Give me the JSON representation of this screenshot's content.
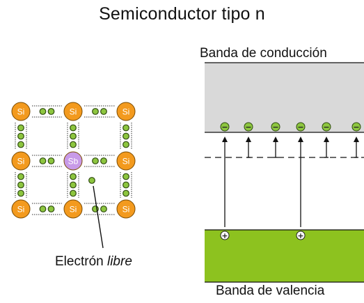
{
  "title": "Semiconductor tipo n",
  "conduction_band_label": "Banda de conducción",
  "valence_band_label": "Banda de valencia",
  "free_electron_label": "Electrón",
  "free_electron_label_italic": "libre",
  "host_atom_symbol": "Si",
  "dopant_atom_symbol": "Sb",
  "electron_sign": "−",
  "hole_sign": "+",
  "colors": {
    "host_atom": "#f39a1e",
    "dopant_atom": "#c89ae8",
    "valence_electron": "#8dc63f",
    "conduction_band": "#d9d9d9",
    "valence_band": "#8dc21f"
  }
}
